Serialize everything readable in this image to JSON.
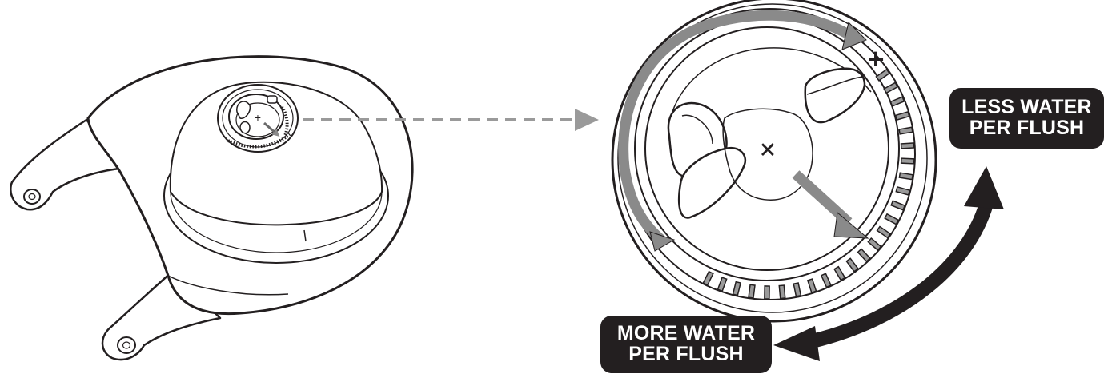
{
  "labels": {
    "less_water": {
      "line1": "LESS WATER",
      "line2": "PER FLUSH"
    },
    "more_water": {
      "line1": "MORE WATER",
      "line2": "PER FLUSH"
    }
  },
  "symbols": {
    "plus": "+",
    "small_plus": "+"
  },
  "colors": {
    "line": "#231f20",
    "label_bg": "#231f20",
    "label_text": "#ffffff",
    "gray_arrow": "#8a8a8a",
    "dashed_connector": "#9a9a9a",
    "fill": "#ffffff"
  }
}
